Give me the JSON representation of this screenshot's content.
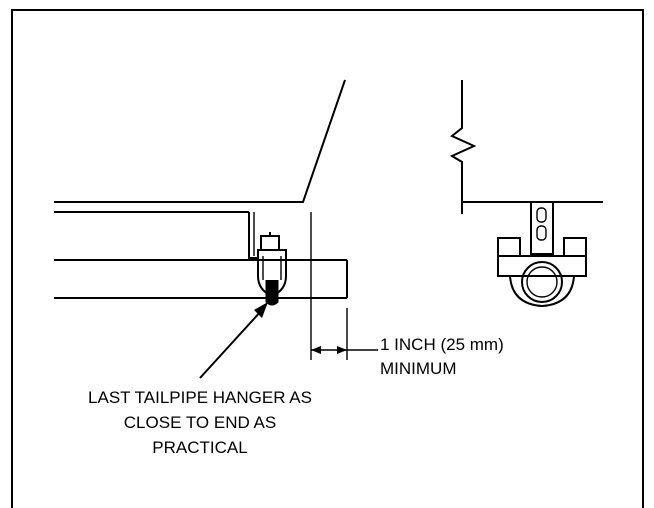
{
  "diagram": {
    "dimension_label": {
      "line1": "1 INCH (25 mm)",
      "line2": "MINIMUM"
    },
    "hanger_label": {
      "line1": "LAST TAILPIPE HANGER AS",
      "line2": "CLOSE TO END AS",
      "line3": "PRACTICAL"
    },
    "colors": {
      "ink": "#000000",
      "paper": "#ffffff"
    }
  }
}
